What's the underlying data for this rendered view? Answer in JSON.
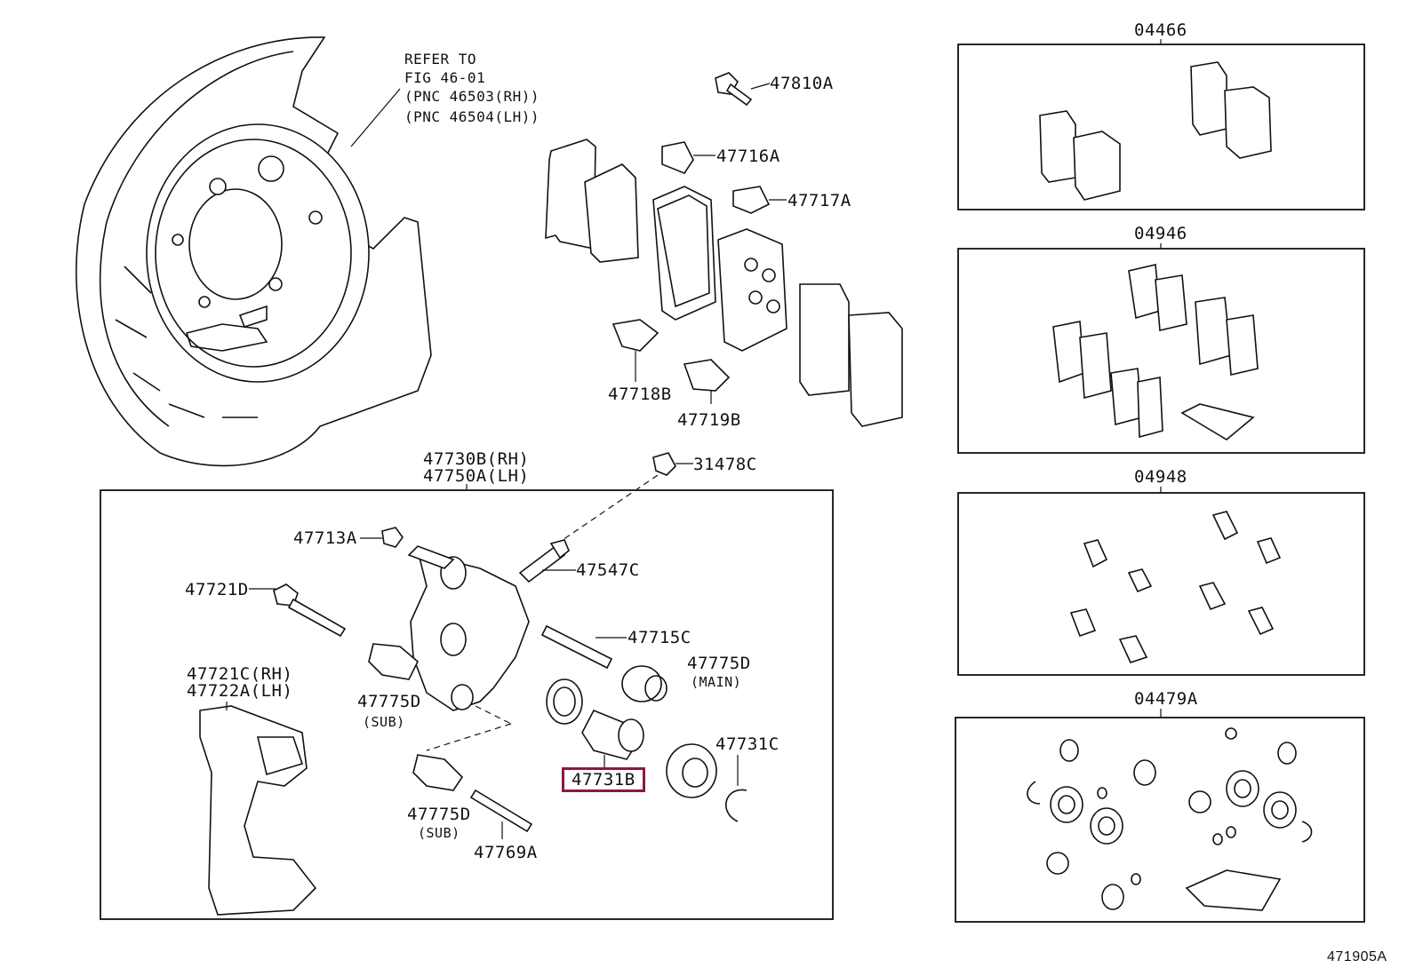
{
  "note": {
    "line1": "REFER TO",
    "line2": "FIG 46-01",
    "line3": "(PNC 46503(RH))",
    "line4": "(PNC 46504(LH))"
  },
  "labels": {
    "p47810A": "47810A",
    "p47716A": "47716A",
    "p47717A": "47717A",
    "p47718B": "47718B",
    "p47719B": "47719B",
    "p47730B": "47730B(RH)",
    "p47750A": "47750A(LH)",
    "p31478C": "31478C",
    "p47713A": "47713A",
    "p47547C": "47547C",
    "p47721D": "47721D",
    "p47715C": "47715C",
    "p47775D_main": "47775D",
    "main": "(MAIN)",
    "p47721C": "47721C(RH)",
    "p47722A": "47722A(LH)",
    "p47775D_sub1": "47775D",
    "sub1": "(SUB)",
    "p47731C": "47731C",
    "p47731B": "47731B",
    "p47775D_sub2": "47775D",
    "sub2": "(SUB)",
    "p47769A": "47769A"
  },
  "kits": [
    {
      "code": "04466"
    },
    {
      "code": "04946"
    },
    {
      "code": "04948"
    },
    {
      "code": "04479A"
    }
  ],
  "figure_id": "471905A",
  "highlight_color": "#8b1a3a"
}
